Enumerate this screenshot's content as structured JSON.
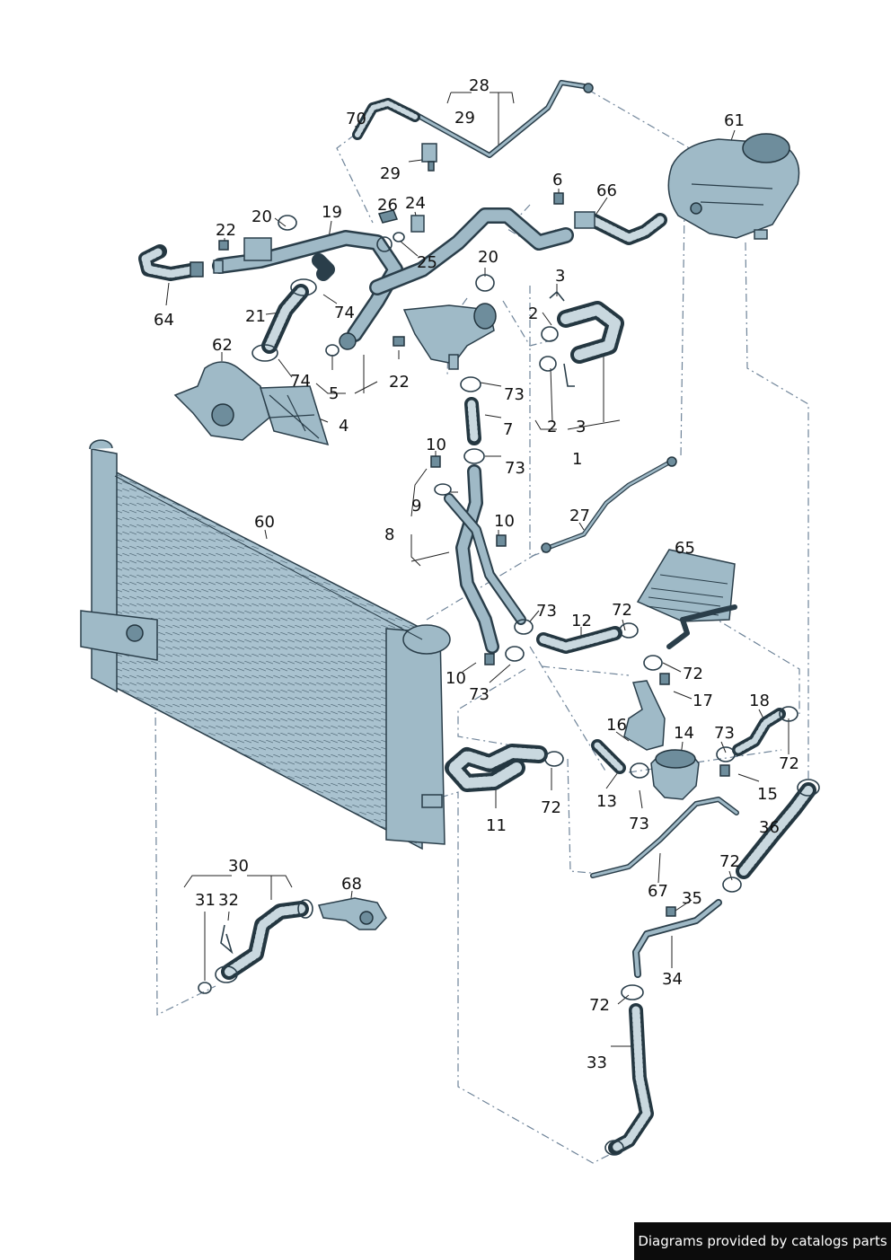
{
  "callouts": {
    "c1": "1",
    "c2a": "2",
    "c2b": "2",
    "c3a": "3",
    "c3b": "3",
    "c4": "4",
    "c5": "5",
    "c6": "6",
    "c7": "7",
    "c8": "8",
    "c9": "9",
    "c10a": "10",
    "c10b": "10",
    "c10c": "10",
    "c11": "11",
    "c12": "12",
    "c13": "13",
    "c14": "14",
    "c15": "15",
    "c16": "16",
    "c17": "17",
    "c18": "18",
    "c19": "19",
    "c20a": "20",
    "c20b": "20",
    "c21": "21",
    "c22a": "22",
    "c22b": "22",
    "c24": "24",
    "c25": "25",
    "c26": "26",
    "c27": "27",
    "c28": "28",
    "c29a": "29",
    "c29b": "29",
    "c30": "30",
    "c31": "31",
    "c32": "32",
    "c33": "33",
    "c34": "34",
    "c35": "35",
    "c36": "36",
    "c60": "60",
    "c61": "61",
    "c62": "62",
    "c64": "64",
    "c65": "65",
    "c66": "66",
    "c67": "67",
    "c68": "68",
    "c70": "70",
    "c72a": "72",
    "c72b": "72",
    "c72c": "72",
    "c72d": "72",
    "c72e": "72",
    "c72f": "72",
    "c73a": "73",
    "c73b": "73",
    "c73c": "73",
    "c73d": "73",
    "c73e": "73",
    "c73f": "73",
    "c74a": "74",
    "c74b": "74"
  },
  "footer": {
    "credit": "Diagrams provided by catalogs parts",
    "background": "#0c0c0c",
    "color": "#ffffff"
  },
  "colors": {
    "part_fill": "#9fbac7",
    "part_outline": "#2a3e4a",
    "leader_dashed": "#6f8499"
  }
}
